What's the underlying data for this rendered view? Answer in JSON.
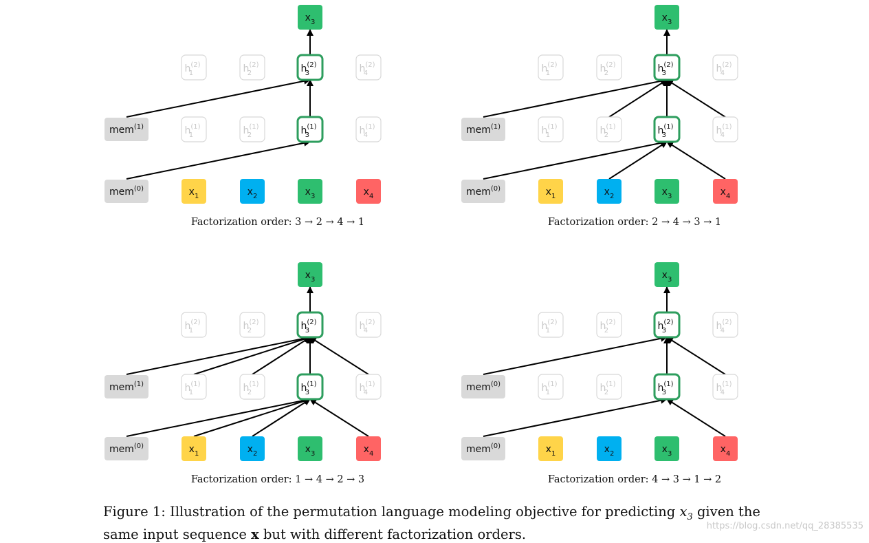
{
  "panels": [
    {
      "order_label": "Factorization order: 3 → 2 → 4 → 1",
      "mem_top": "mem",
      "mem_top_sup": "(1)",
      "mem_bottom": "mem",
      "mem_bottom_sup": "(0)",
      "active_layer1_sources": [
        "mem"
      ],
      "active_layer2_sources": [
        "mem",
        "h3"
      ]
    },
    {
      "order_label": "Factorization order: 2 → 4 → 3 → 1",
      "mem_top": "mem",
      "mem_top_sup": "(1)",
      "mem_bottom": "mem",
      "mem_bottom_sup": "(0)",
      "active_layer1_sources": [
        "mem",
        "x2",
        "x4"
      ],
      "active_layer2_sources": [
        "mem",
        "h2",
        "h3",
        "h4"
      ]
    },
    {
      "order_label": "Factorization order: 1 → 4 → 2 → 3",
      "mem_top": "mem",
      "mem_top_sup": "(1)",
      "mem_bottom": "mem",
      "mem_bottom_sup": "(0)",
      "active_layer1_sources": [
        "mem",
        "x1",
        "x2",
        "x4"
      ],
      "active_layer2_sources": [
        "mem",
        "h1",
        "h2",
        "h3",
        "h4"
      ]
    },
    {
      "order_label": "Factorization order: 4 → 3 → 1 → 2",
      "mem_top": "mem",
      "mem_top_sup": "(0)",
      "mem_bottom": "mem",
      "mem_bottom_sup": "(0)",
      "active_layer1_sources": [
        "mem",
        "x4"
      ],
      "active_layer2_sources": [
        "mem",
        "h3",
        "h4"
      ]
    }
  ],
  "tokens": [
    {
      "base": "x",
      "sub": "1",
      "color": "#FFD449"
    },
    {
      "base": "x",
      "sub": "2",
      "color": "#00B0F0"
    },
    {
      "base": "x",
      "sub": "3",
      "color": "#2EBE6F"
    },
    {
      "base": "x",
      "sub": "4",
      "color": "#FF6464"
    }
  ],
  "hidden_labels": {
    "layer1_sup": "(1)",
    "layer2_sup": "(2)",
    "base": "h",
    "subs": [
      "1",
      "2",
      "3",
      "4"
    ]
  },
  "output_token": {
    "base": "x",
    "sub": "3",
    "color": "#2EBE6F"
  },
  "colors": {
    "mem_fill": "#D9D9D9",
    "active_border": "#2E9E5E",
    "faded_border": "#D8D8D8",
    "faded_text": "#C8C8C8",
    "arrow": "#000000"
  },
  "caption": {
    "prefix": "Figure 1: Illustration of the permutation language modeling objective for predicting",
    "math": "x",
    "math_sub": "3",
    "middle": "given the same input sequence",
    "bold": "x",
    "suffix": "but with different factorization orders."
  },
  "watermark": "https://blog.csdn.net/qq_28385535"
}
